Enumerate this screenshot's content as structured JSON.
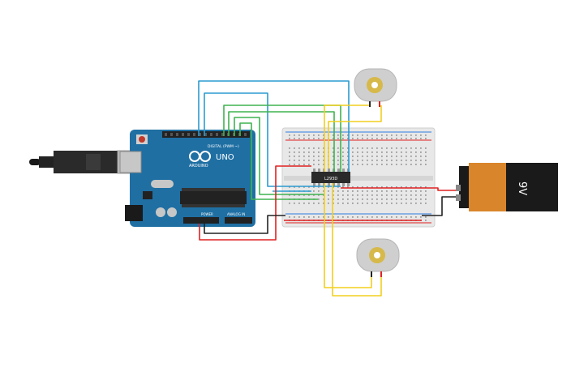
{
  "arduino": {
    "brand": "ARDUINO",
    "model": "UNO",
    "digital_header": "DIGITAL (PWM ~)",
    "power_header": "POWER",
    "analog_header": "ANALOG IN"
  },
  "driver_chip": {
    "label": "L293D"
  },
  "battery": {
    "label": "9V"
  },
  "colors": {
    "board": "#1f6fa3",
    "breadboard": "#e8e8e8",
    "wire_blue": "#2b9bd1",
    "wire_green": "#3fb34f",
    "wire_red": "#e02020",
    "wire_black": "#222222",
    "wire_yellow": "#f2cf1d",
    "battery_orange": "#d9852b",
    "battery_black": "#1a1a1a",
    "motor_body": "#cfcfcf"
  }
}
